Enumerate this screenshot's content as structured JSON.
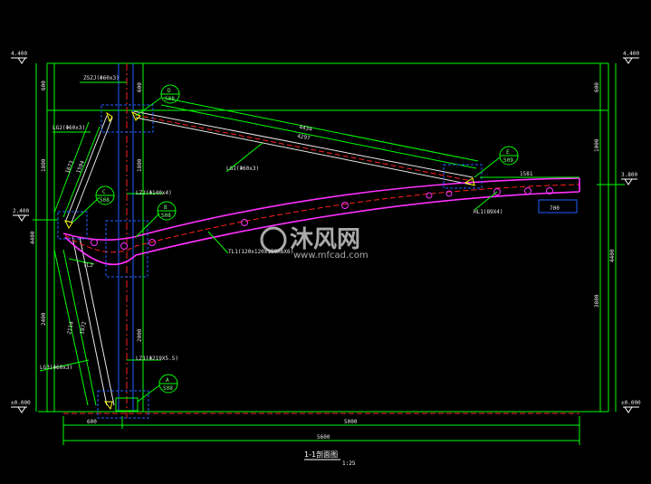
{
  "title": {
    "text": "1-1剖面图",
    "scale": "1:25"
  },
  "elevations": {
    "top_left": "4.400",
    "top_right": "4.400",
    "mid_left": "2.400",
    "mid_right": "3.800",
    "bottom_left": "±0.000",
    "bottom_right": "±0.000"
  },
  "dims_left": {
    "d600": "600",
    "d1800": "1800",
    "total": "4400",
    "d2400": "2400"
  },
  "dims_right": {
    "d600": "600",
    "d1000": "1000",
    "total": "4400",
    "d3800": "3800"
  },
  "dims_col": {
    "top": "600",
    "mid": "1800",
    "low": "2000"
  },
  "dims_bottom": {
    "left": "600",
    "right": "5000",
    "total": "5600"
  },
  "members": {
    "zszj": "ZSZJ(Φ60x3)",
    "lg2": "LG2(Φ60x3)",
    "lg1": "LG1(Φ60x3)",
    "lg3": "LG3(Φ60x3)",
    "lz2": "LZ2(Φ140x4)",
    "lz1": "LZ1(Φ219X5.5)",
    "tl1": "TL1(120x120x150X6X6)",
    "tl2": "TL2",
    "hl": "HL1(89X4)",
    "len1": "4434",
    "len2": "4297",
    "len3": "1673",
    "len4": "1594",
    "len5": "1581",
    "len6": "700",
    "len7": "2114",
    "len8": "1972"
  },
  "details": [
    {
      "letter": "D",
      "sheet": "S08"
    },
    {
      "letter": "E",
      "sheet": "S09"
    },
    {
      "letter": "C",
      "sheet": "S08"
    },
    {
      "letter": "B",
      "sheet": "S08"
    },
    {
      "letter": "A",
      "sheet": "S08"
    }
  ],
  "watermark": {
    "brand": "沐风网",
    "url": "www.mfcad.com"
  }
}
